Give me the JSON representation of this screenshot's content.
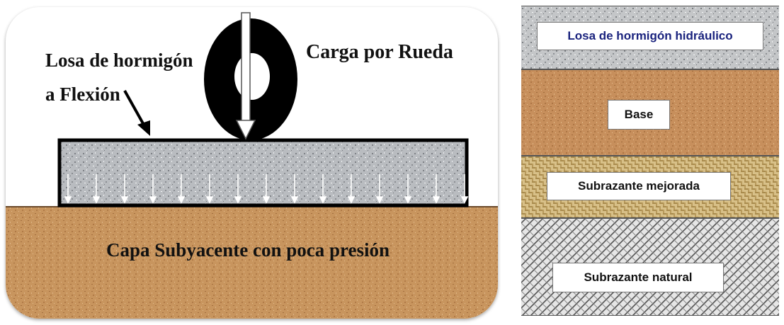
{
  "left_figure": {
    "slab_label_line1": "Losa de hormigón",
    "slab_label_line2": "a Flexión",
    "load_label": "Carga por Rueda",
    "base_label": "Capa Subyacente con poca presión",
    "colors": {
      "slab_fill": "#b9bcc0",
      "base_fill": "#c8955e",
      "tire": "#000000"
    }
  },
  "right_figure": {
    "layers": [
      {
        "label": "Losa de hormigón hidráulico",
        "label_color": "#1a237e",
        "pattern": "granite",
        "color": "#c4c6c8"
      },
      {
        "label": "Base",
        "label_color": "#111111",
        "pattern": "sand",
        "color": "#c78f5c"
      },
      {
        "label": "Subrazante mejorada",
        "label_color": "#111111",
        "pattern": "weave",
        "color": "#d8c088"
      },
      {
        "label": "Subrazante natural",
        "label_color": "#111111",
        "pattern": "herringbone",
        "color": "#e6e6e6"
      }
    ]
  }
}
